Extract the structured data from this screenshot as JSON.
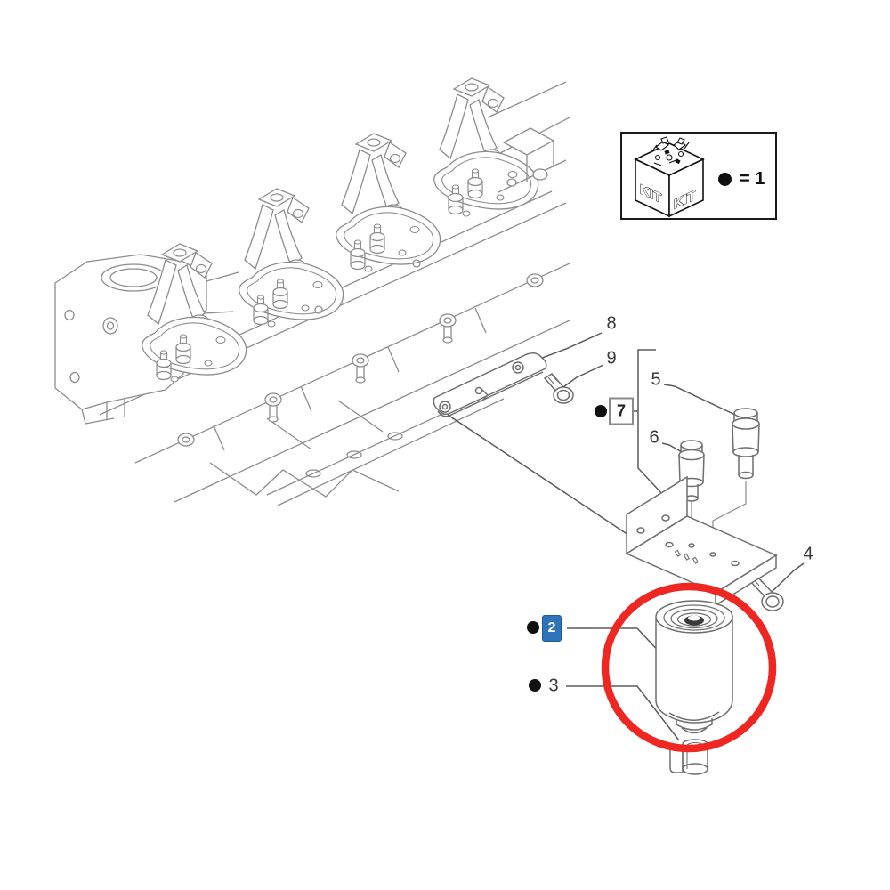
{
  "legend": {
    "kit_cube_left_face": "KIT",
    "kit_cube_right_face": "KIT",
    "quantity_note": "= 1",
    "bullet_symbol": "●"
  },
  "callouts": {
    "c8": {
      "number": "8"
    },
    "c9": {
      "number": "9"
    },
    "c7": {
      "number": "7",
      "boxed": true,
      "bulleted": true
    },
    "c5": {
      "number": "5"
    },
    "c6": {
      "number": "6"
    },
    "c4": {
      "number": "4"
    },
    "c2": {
      "number": "2",
      "highlighted": true,
      "bulleted": true
    },
    "c3": {
      "number": "3",
      "bulleted": true
    }
  },
  "highlight": {
    "selected_part_number": "2",
    "circle_color": "#ee2722",
    "selected_badge_color": "#2f74b8"
  },
  "colors": {
    "background": "#ffffff",
    "engine_line": "#8c8c8c",
    "part_line": "#6e6e6e",
    "leader_line": "#5a5a5a",
    "label_text": "#3a3a3a"
  }
}
